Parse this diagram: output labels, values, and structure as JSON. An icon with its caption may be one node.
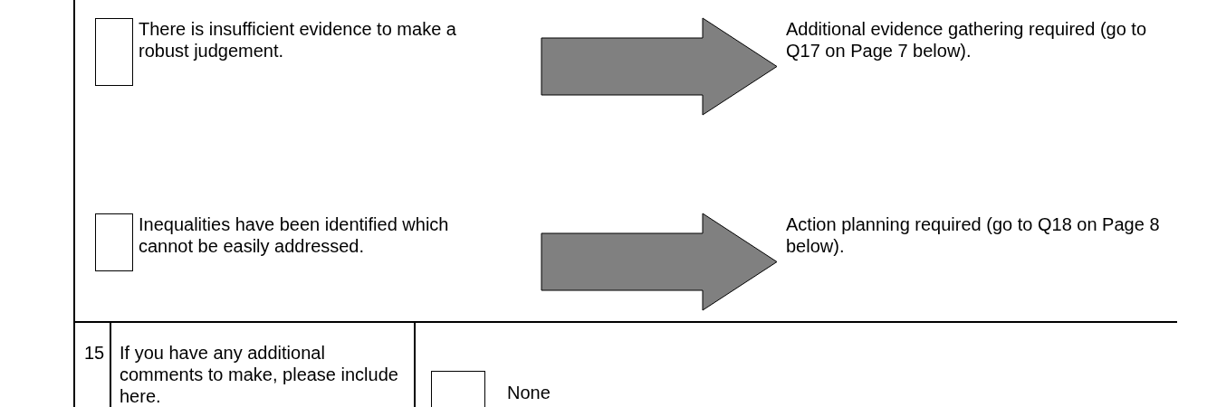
{
  "diagram": {
    "nodes": [
      {
        "text": [
          "There is insufficient evidence to make a robust judgement."
        ]
      },
      {
        "text": [
          "Additional evidence gathering required (go to Q17 on Page 7 below)."
        ]
      },
      {
        "text": [
          "Inequalities have been identified which cannot be easily addressed."
        ]
      },
      {
        "text": [
          "Action planning required (go to Q18 on Page 8 below)."
        ]
      }
    ],
    "edges": [
      {
        "from": 0,
        "to": 1,
        "arrow": "to",
        "style": "thick"
      },
      {
        "from": 2,
        "to": 3,
        "arrow": "to",
        "style": "thick"
      }
    ],
    "labels": [
      "15",
      "If you have any additional comments to make, please include here.",
      "None"
    ]
  }
}
